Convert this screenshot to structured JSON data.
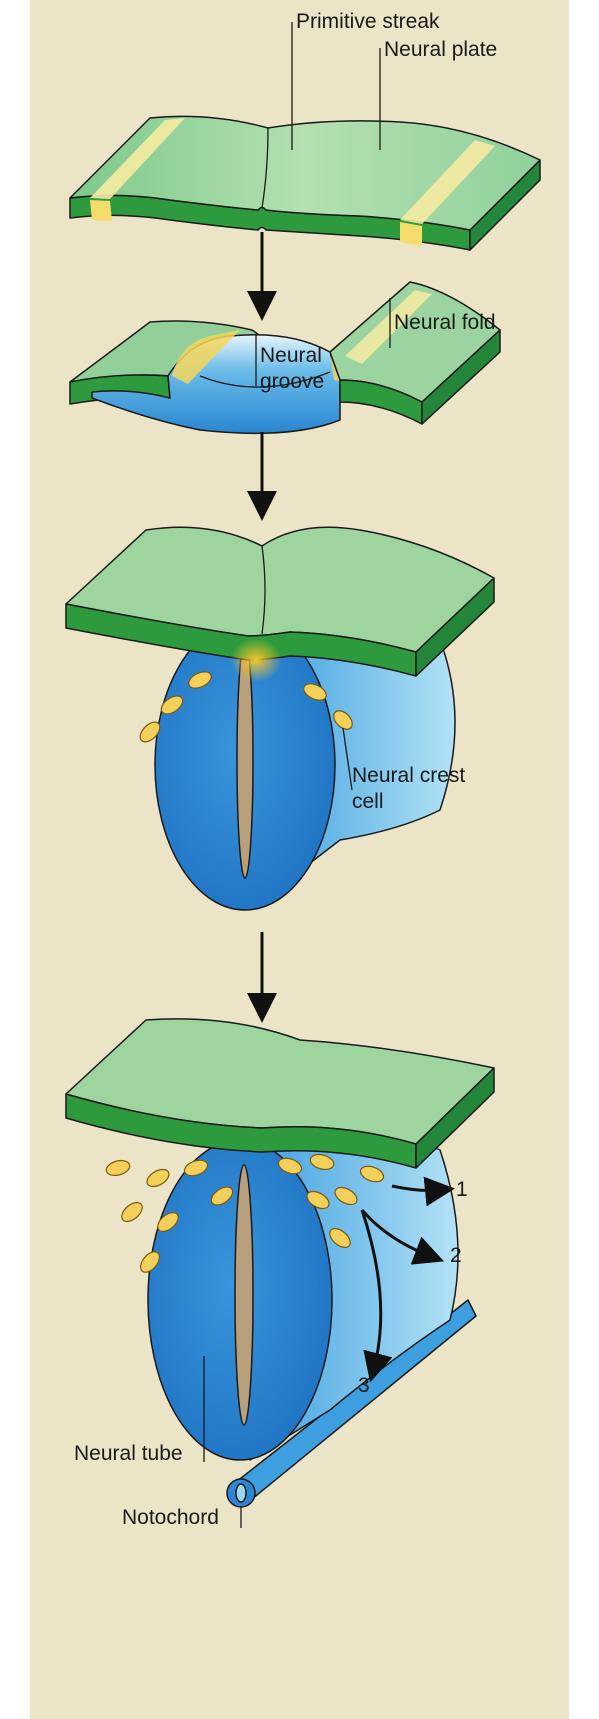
{
  "stages": [
    {
      "id": "stage-1",
      "labels": {
        "primitive_streak": "Primitive streak",
        "neural_plate": "Neural plate"
      }
    },
    {
      "id": "stage-2",
      "labels": {
        "neural_fold": "Neural fold",
        "neural_groove_line1": "Neural",
        "neural_groove_line2": "groove"
      }
    },
    {
      "id": "stage-3",
      "labels": {
        "neural_crest_line1": "Neural crest",
        "neural_crest_line2": "cell"
      }
    },
    {
      "id": "stage-4",
      "labels": {
        "pathway_1": "1",
        "pathway_2": "2",
        "pathway_3": "3",
        "neural_tube": "Neural tube",
        "notochord": "Notochord"
      }
    }
  ],
  "colors": {
    "background": "#ece4c6",
    "ectoderm_top": "#9ed49e",
    "ectoderm_side": "#2e9a3e",
    "neural_plate_yellow": "#f6eba2",
    "neural_tissue_blue": "#2c86d4",
    "neural_tube_light": "#9cd6f2",
    "crest_cell": "#f2d05a",
    "lumen": "#b8a07c"
  }
}
